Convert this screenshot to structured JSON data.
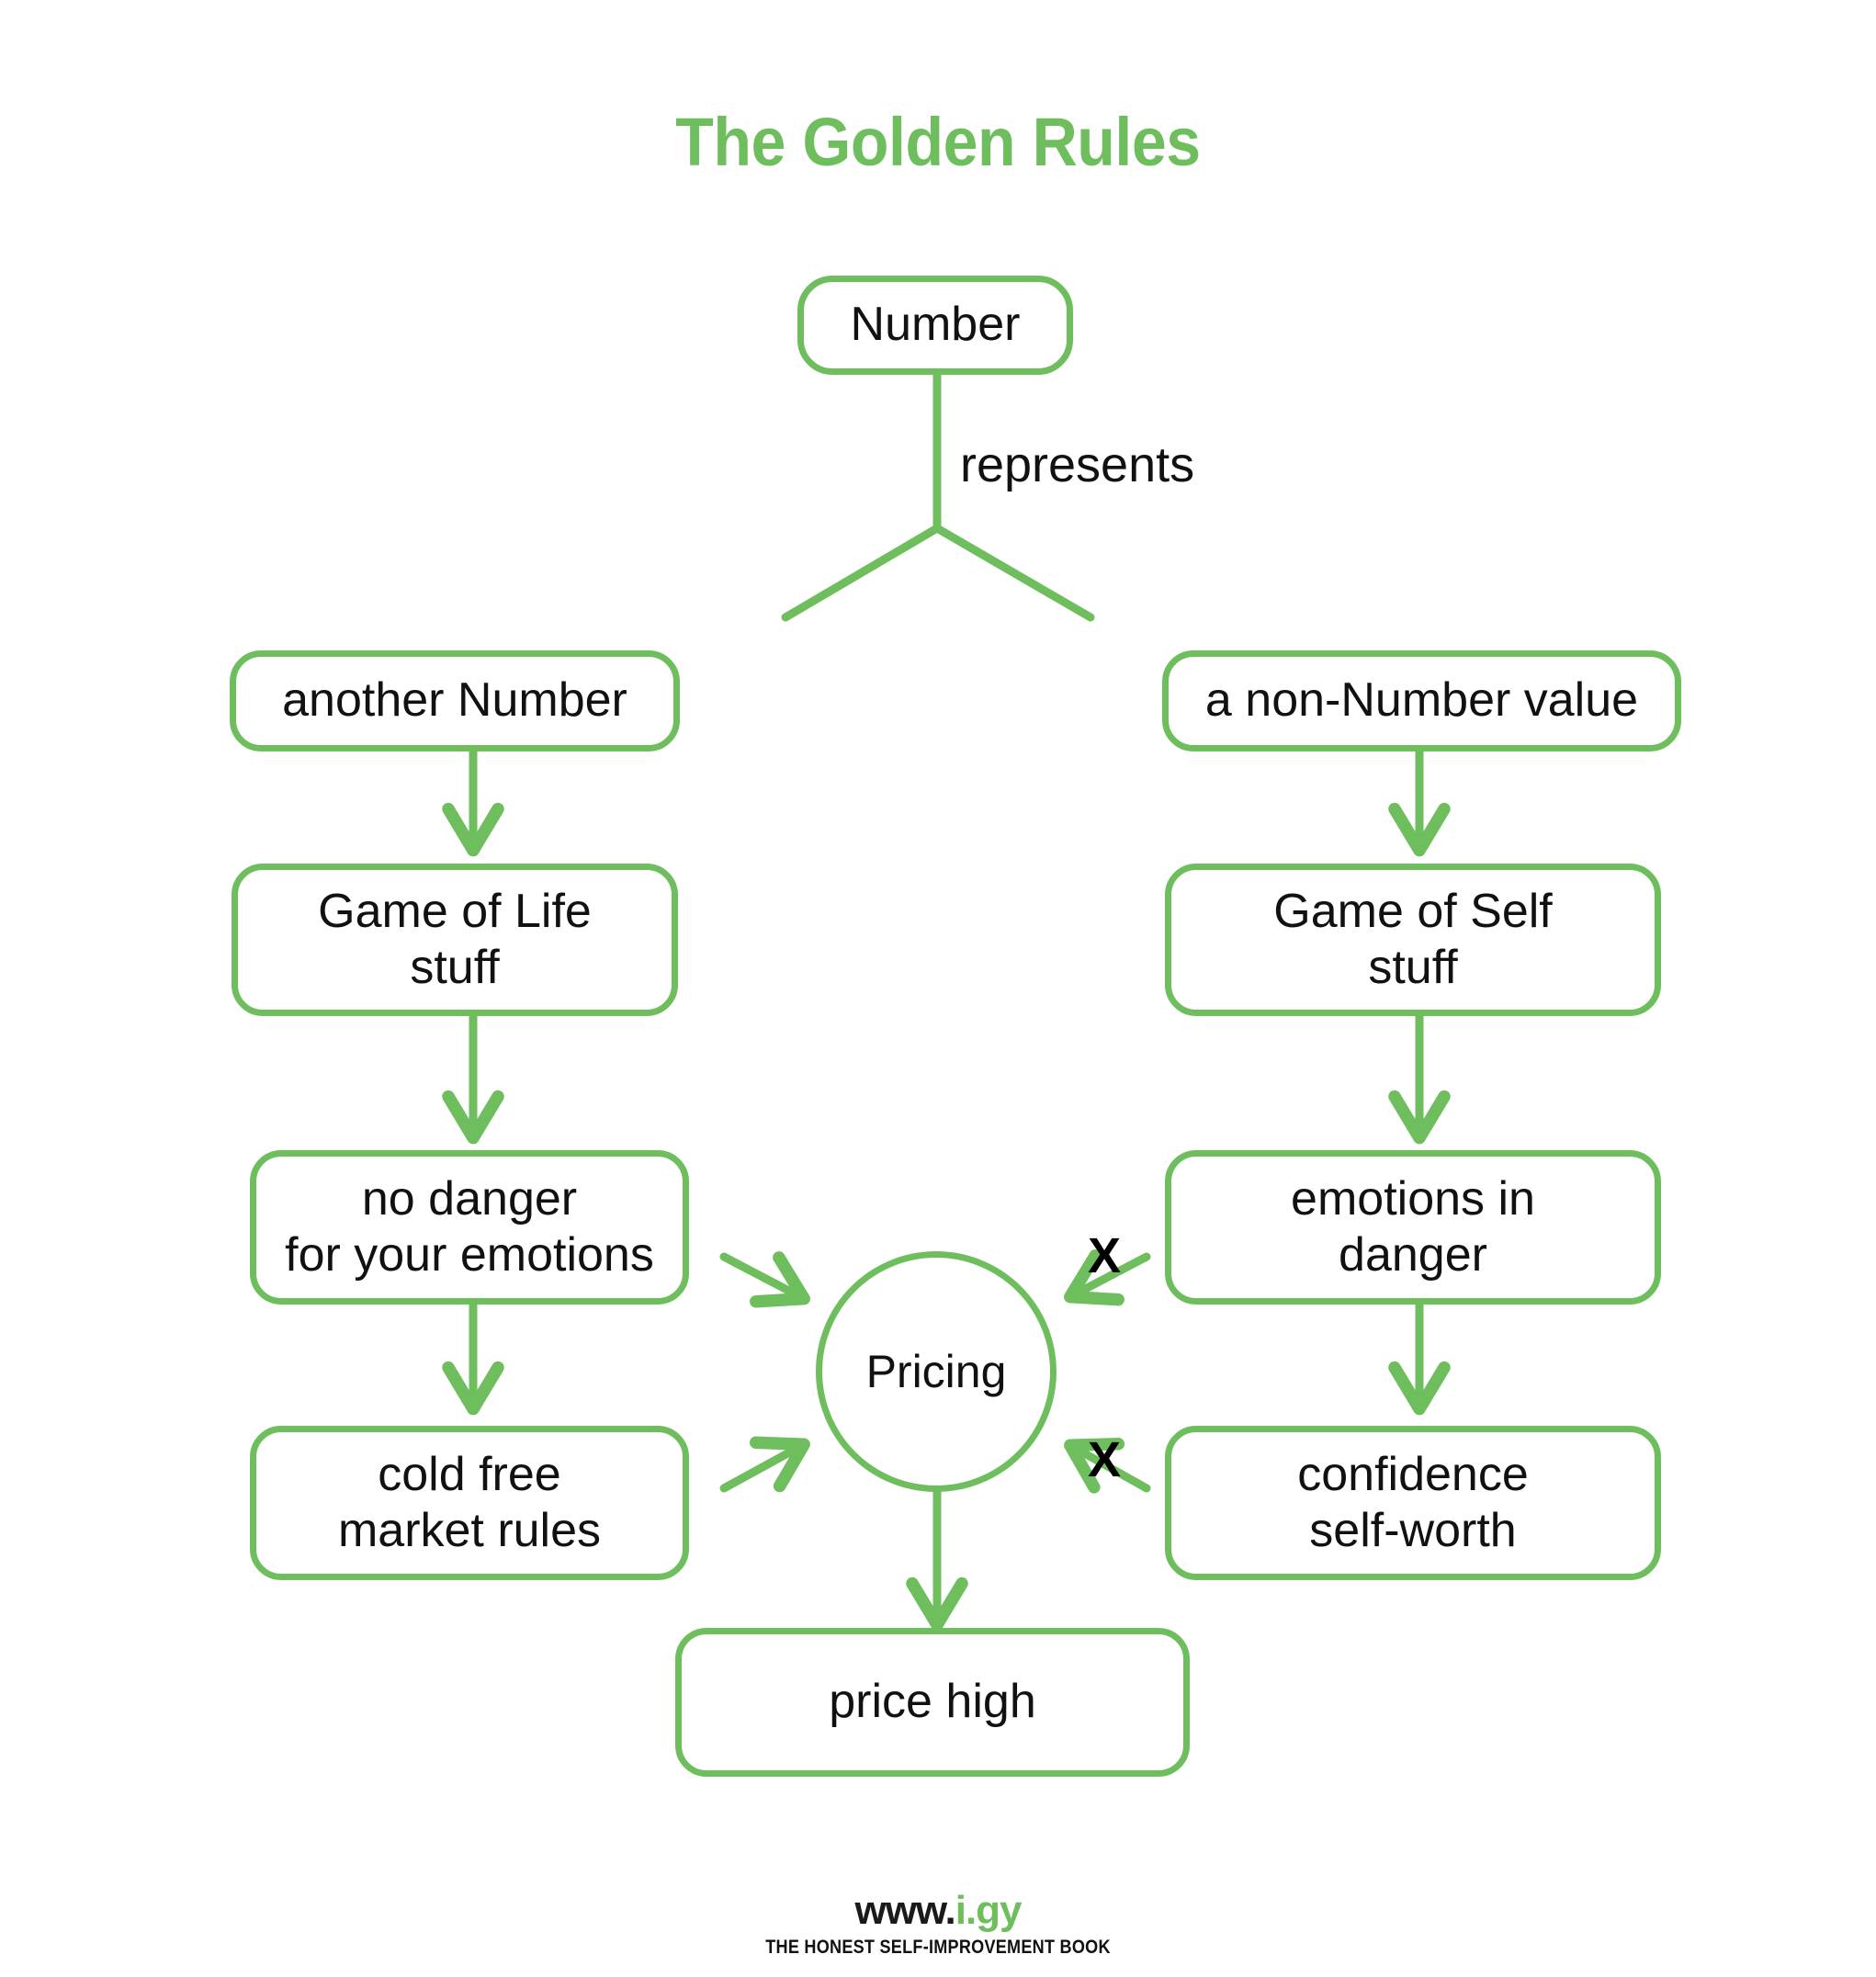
{
  "title": "The Golden Rules",
  "colors": {
    "green": "#6ebe5e",
    "text": "#111111",
    "background": "#ffffff"
  },
  "nodes": {
    "number": "Number",
    "another_number": "another Number",
    "non_number_value": "a non-Number value",
    "game_of_life": "Game of Life\nstuff",
    "game_of_self": "Game of Self\nstuff",
    "no_danger": "no danger\nfor your emotions",
    "emotions_in_danger": "emotions in\ndanger",
    "cold_free_market": "cold free\nmarket rules",
    "confidence_self_worth": "confidence\nself-worth",
    "pricing": "Pricing",
    "price_high": "price high"
  },
  "edges": {
    "represents_label": "represents",
    "blocked_upper_mark": "X",
    "blocked_lower_mark": "X"
  },
  "footer": {
    "url_black": "www.",
    "url_green": "i.gy",
    "tagline": "THE HONEST SELF-IMPROVEMENT BOOK"
  }
}
